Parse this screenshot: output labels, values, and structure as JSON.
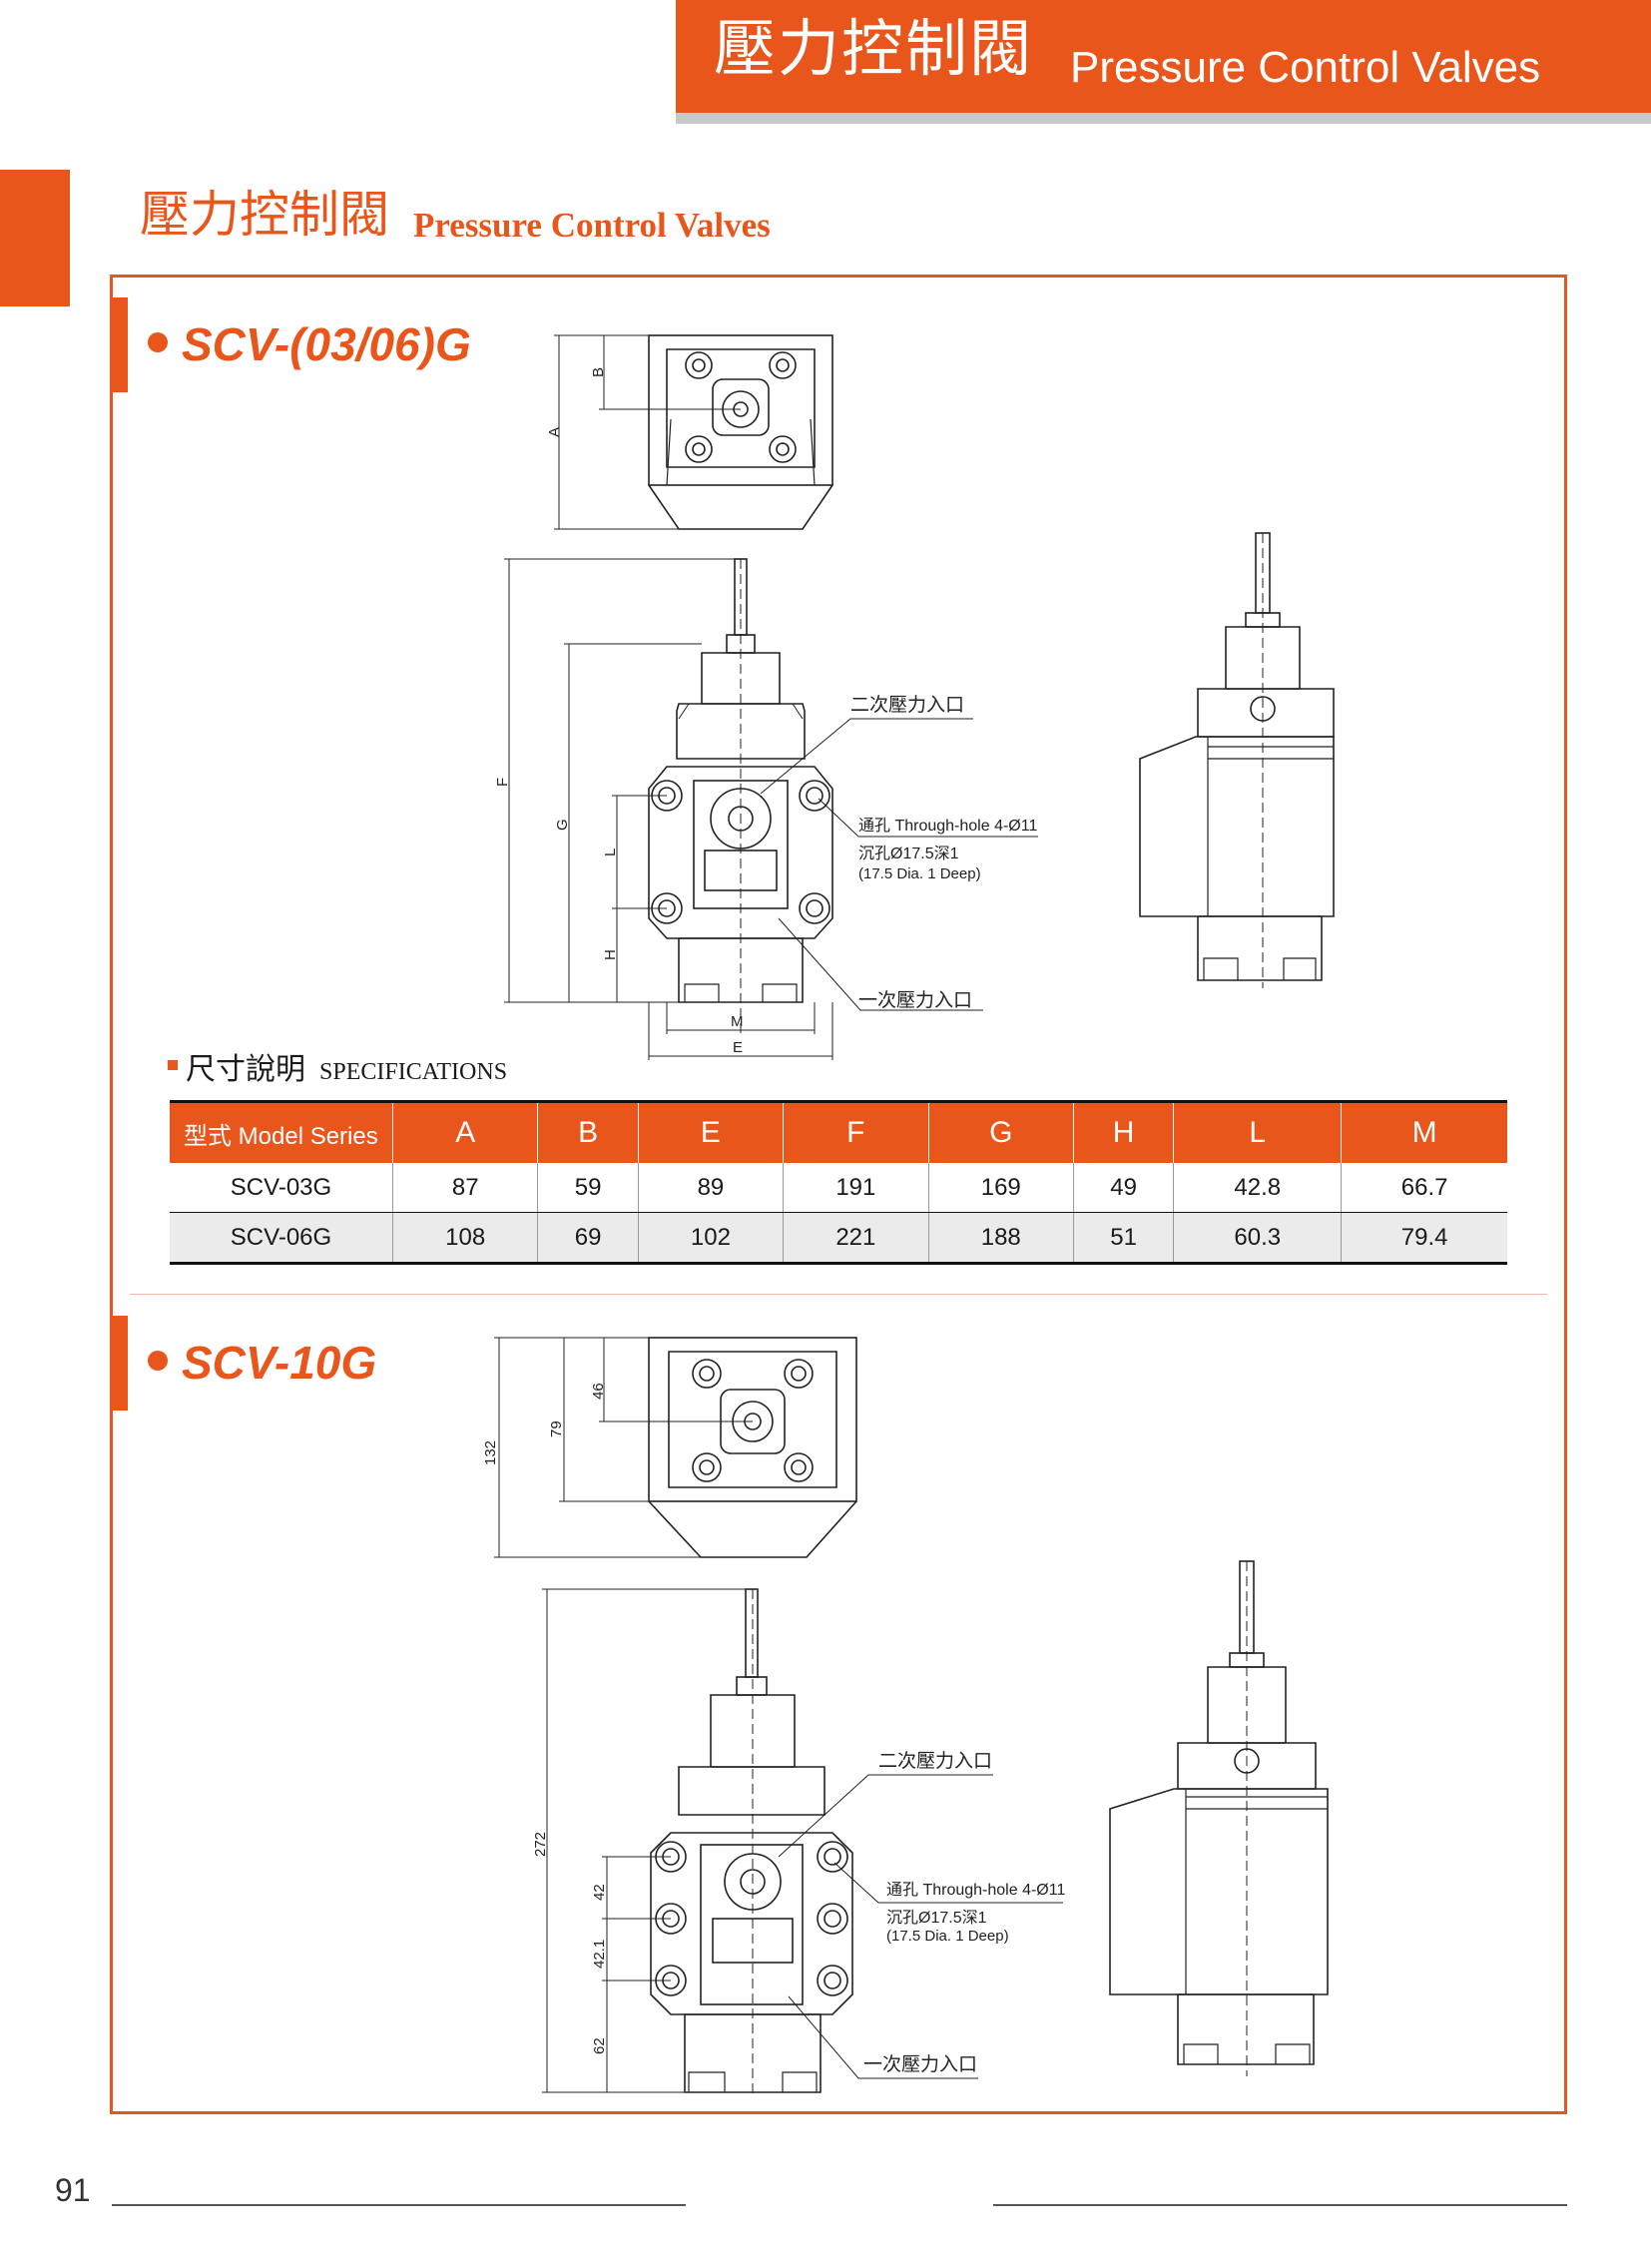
{
  "header": {
    "title_zh": "壓力控制閥",
    "title_en": "Pressure Control Valves"
  },
  "section": {
    "title_zh": "壓力控制閥",
    "title_en": "Pressure Control Valves"
  },
  "models": [
    {
      "title": "SCV-(03/06)G",
      "dims": {
        "A": "A",
        "B": "B",
        "F": "F",
        "G": "G",
        "L": "L",
        "H": "H",
        "M": "M",
        "E": "E"
      },
      "callouts": {
        "secondary": "二次壓力入口",
        "through_hole": "通孔 Through-hole 4-Ø11",
        "counterbore": "沉孔Ø17.5深1",
        "counterbore_en": "(17.5 Dia. 1 Deep)",
        "primary": "一次壓力入口"
      }
    },
    {
      "title": "SCV-10G",
      "dims": {
        "d46": "46",
        "d79": "79",
        "d132": "132",
        "d272": "272",
        "d42": "42",
        "d42_1": "42.1",
        "d62": "62"
      },
      "callouts": {
        "secondary": "二次壓力入口",
        "through_hole": "通孔 Through-hole 4-Ø11",
        "counterbore": "沉孔Ø17.5深1",
        "counterbore_en": "(17.5 Dia. 1 Deep)",
        "primary": "一次壓力入口"
      }
    }
  ],
  "specs": {
    "title_zh": "尺寸說明",
    "title_en": "SPECIFICATIONS",
    "headers": [
      "型式 Model Series",
      "A",
      "B",
      "E",
      "F",
      "G",
      "H",
      "L",
      "M"
    ],
    "rows": [
      [
        "SCV-03G",
        "87",
        "59",
        "89",
        "191",
        "169",
        "49",
        "42.8",
        "66.7"
      ],
      [
        "SCV-06G",
        "108",
        "69",
        "102",
        "221",
        "188",
        "51",
        "60.3",
        "79.4"
      ]
    ]
  },
  "footer": {
    "page_number": "91"
  },
  "colors": {
    "accent": "#e8561c",
    "gray_bar": "#c9c9c9",
    "row_alt": "#ebebeb"
  }
}
